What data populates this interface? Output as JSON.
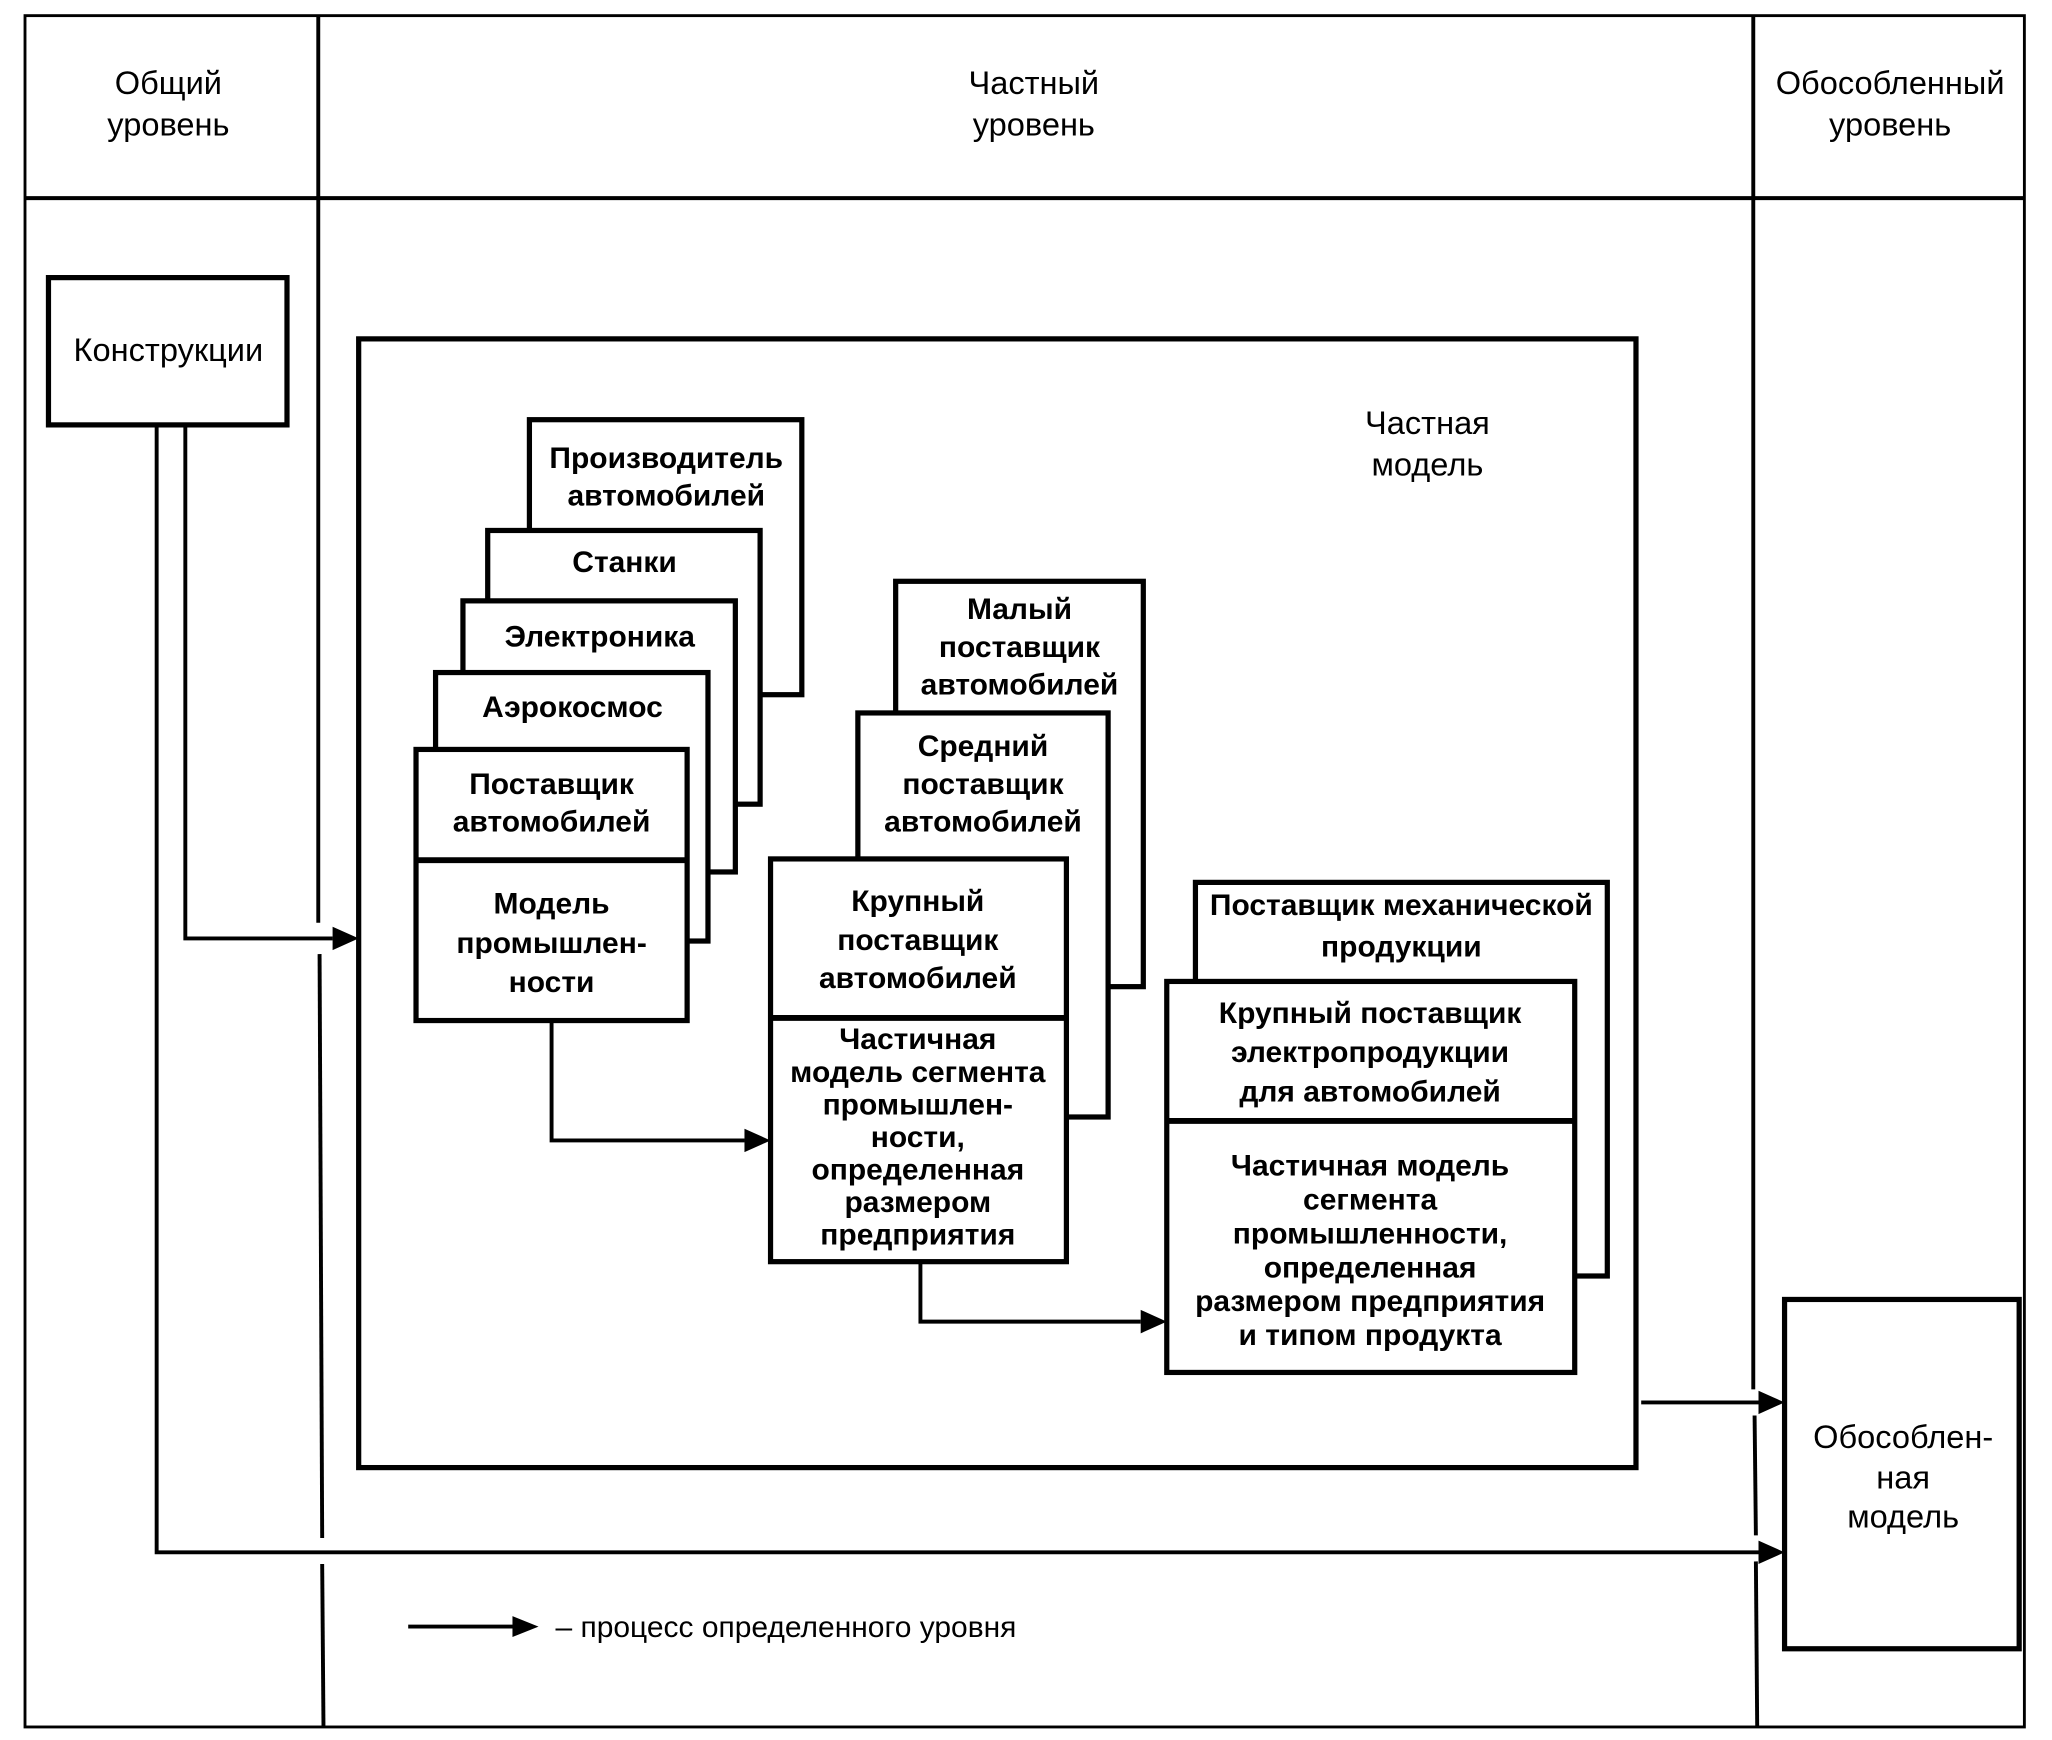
{
  "headers": {
    "general": [
      "Общий",
      "уровень"
    ],
    "particular": [
      "Частный",
      "уровень"
    ],
    "isolated": [
      "Обособленный",
      "уровень"
    ]
  },
  "general_box": [
    "Конструкции"
  ],
  "private_model_label": [
    "Частная",
    "модель"
  ],
  "stack1": {
    "cards": [
      [
        "Производитель",
        "автомобилей"
      ],
      [
        "Станки"
      ],
      [
        "Электроника"
      ],
      [
        "Аэрокосмос"
      ]
    ],
    "front_header": [
      "Поставщик",
      "автомобилей"
    ],
    "front_body": [
      "Модель",
      "промышлен-",
      "ности"
    ]
  },
  "stack2": {
    "cards": [
      [
        "Малый",
        "поставщик",
        "автомобилей"
      ],
      [
        "Средний",
        "поставщик",
        "автомобилей"
      ]
    ],
    "front_header": [
      "Крупный",
      "поставщик",
      "автомобилей"
    ],
    "front_body": [
      "Частичная",
      "модель сегмента",
      "промышлен-",
      "ности,",
      "определенная",
      "размером",
      "предприятия"
    ]
  },
  "stack3": {
    "cards": [
      [
        "Поставщик механической",
        "продукции"
      ]
    ],
    "front_header": [
      "Крупный поставщик",
      "электропродукции",
      "для автомобилей"
    ],
    "front_body": [
      "Частичная модель",
      "сегмента",
      "промышленности,",
      "определенная",
      "размером предприятия",
      "и типом продукта"
    ]
  },
  "isolated_box": [
    "Обособлен-",
    "ная",
    "модель"
  ],
  "legend": {
    "text": "– процесс определенного уровня"
  }
}
